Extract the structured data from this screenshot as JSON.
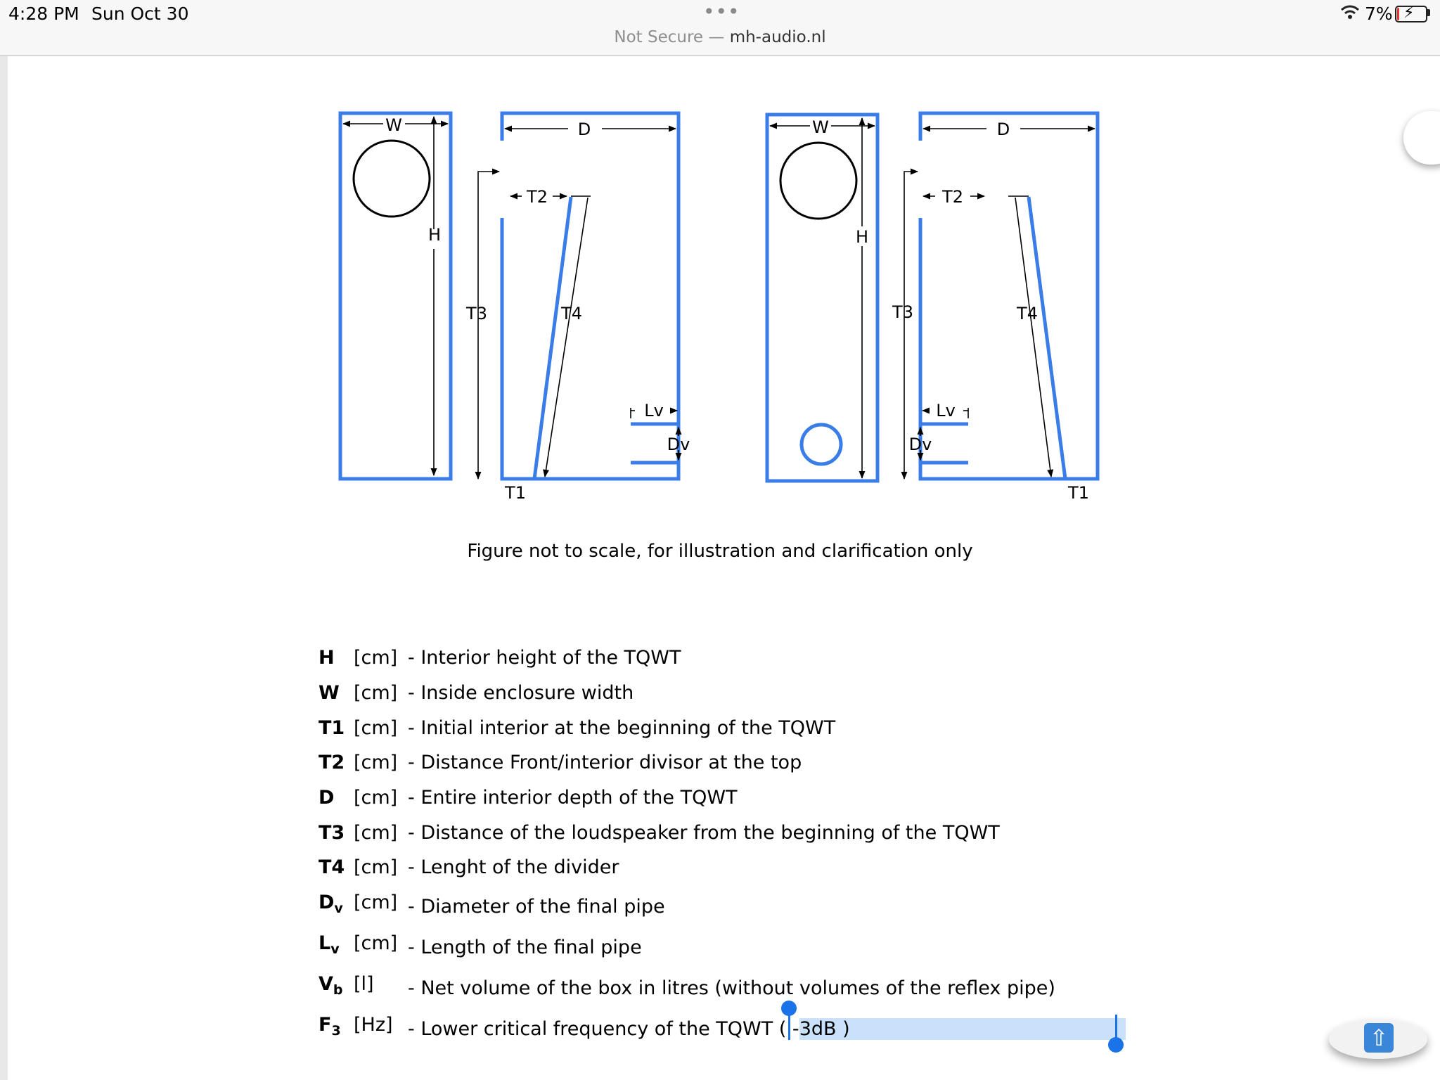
{
  "status_bar": {
    "time": "4:28 PM",
    "date": "Sun Oct 30",
    "battery_pct": "7%",
    "battery_level": 0.07,
    "menu_dots": "•••",
    "url_prefix": "Not Secure — ",
    "url_domain": "mh-audio.nl"
  },
  "figure": {
    "left": {
      "w": "W",
      "d": "D",
      "h": "H",
      "t1": "T1",
      "t2": "T2",
      "t3": "T3",
      "t4": "T4",
      "lv": "Lv",
      "dv": "Dv"
    },
    "right": {
      "w": "W",
      "d": "D",
      "h": "H",
      "t1": "T1",
      "t2": "T2",
      "t3": "T3",
      "t4": "T4",
      "lv": "Lv",
      "dv": "Dv"
    },
    "caption": "Figure not to scale, for illustration and clarification only",
    "line_color": "#3b7de8"
  },
  "legend": [
    {
      "sym": "H",
      "sub": "",
      "unit": "[cm]",
      "desc": "- Interior height of the TQWT"
    },
    {
      "sym": "W",
      "sub": "",
      "unit": "[cm]",
      "desc": "- Inside enclosure width"
    },
    {
      "sym": "T1",
      "sub": "",
      "unit": "[cm]",
      "desc": "- Initial interior at the beginning of the TQWT"
    },
    {
      "sym": "T2",
      "sub": "",
      "unit": "[cm]",
      "desc": "- Distance Front/interior divisor at the top"
    },
    {
      "sym": "D",
      "sub": "",
      "unit": "[cm]",
      "desc": "- Entire interior depth of the TQWT"
    },
    {
      "sym": "T3",
      "sub": "",
      "unit": "[cm]",
      "desc": "- Distance of the loudspeaker from the beginning of the TQWT"
    },
    {
      "sym": "T4",
      "sub": "",
      "unit": "[cm]",
      "desc": "- Lenght of the divider"
    },
    {
      "sym": "D",
      "sub": "v",
      "unit": "[cm]",
      "desc": "- Diameter of the final pipe"
    },
    {
      "sym": "L",
      "sub": "v",
      "unit": "[cm]",
      "desc": "- Length of the final pipe"
    },
    {
      "sym": "V",
      "sub": "b",
      "unit": "[l]",
      "desc": "- Net volume of the box in litres (without volumes of the reflex pipe)"
    },
    {
      "sym": "F",
      "sub": "3",
      "unit": "[Hz]",
      "desc": "- Lower critical frequency of the TQWT ( -",
      "highlight": "3dB )"
    }
  ],
  "selection_color": "#1a73e8",
  "scroll_top_icon": "arrow-up-icon"
}
